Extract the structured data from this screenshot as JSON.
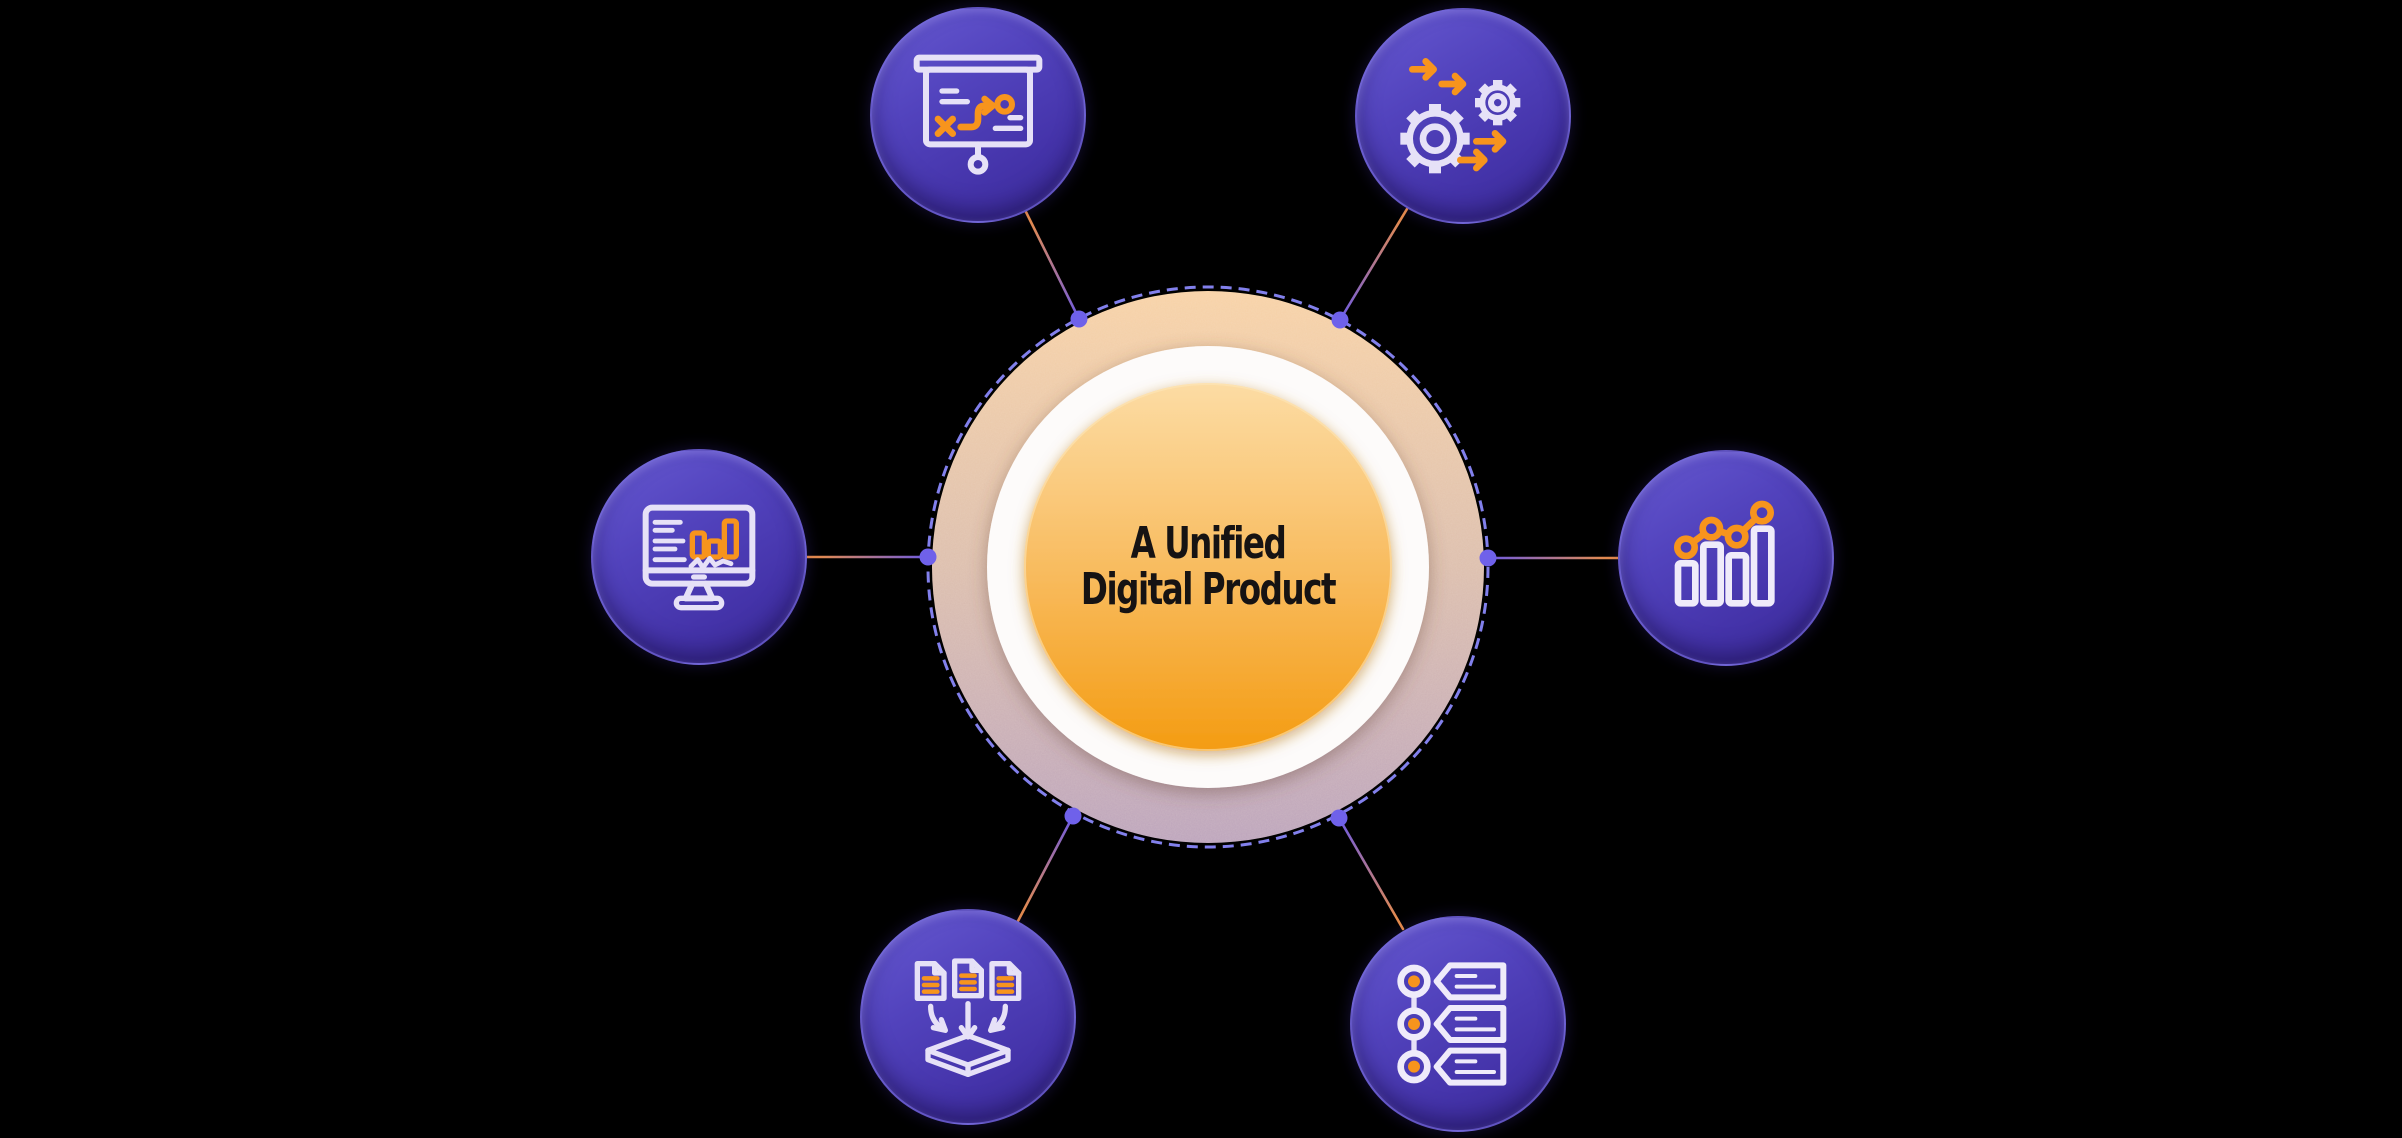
{
  "diagram": {
    "background_color": "#000000",
    "center": {
      "title_line1": "A Unified",
      "title_line2": "Digital Product",
      "text_color": "#161313",
      "core_gradient_top": "#FCDCA4",
      "core_gradient_bottom": "#F49C12",
      "halo_gradient_top": "#F8D2A6",
      "halo_gradient_bottom": "#BBA3BC",
      "inner_ring_color": "#FFFFFF",
      "dashed_ring_color": "#8280EC"
    },
    "connectors": {
      "satellite_end_color": "#F09040",
      "center_end_color": "#6D5BE2",
      "dot_color": "#6F61EA"
    },
    "nodes": [
      {
        "name": "strategy-plan",
        "icon": "strategy-presentation-icon"
      },
      {
        "name": "process-automation",
        "icon": "gears-arrows-icon"
      },
      {
        "name": "analytics-dashboard",
        "icon": "monitor-analytics-icon"
      },
      {
        "name": "growth-metrics",
        "icon": "bar-line-chart-icon"
      },
      {
        "name": "data-consolidation",
        "icon": "documents-merge-icon"
      },
      {
        "name": "milestone-roadmap",
        "icon": "timeline-tags-icon"
      }
    ],
    "node_style": {
      "fill_light": "#675AD2",
      "fill_dark": "#3B2B98",
      "icon_stroke": "#E6E1F7",
      "icon_accent": "#F7941D"
    }
  }
}
